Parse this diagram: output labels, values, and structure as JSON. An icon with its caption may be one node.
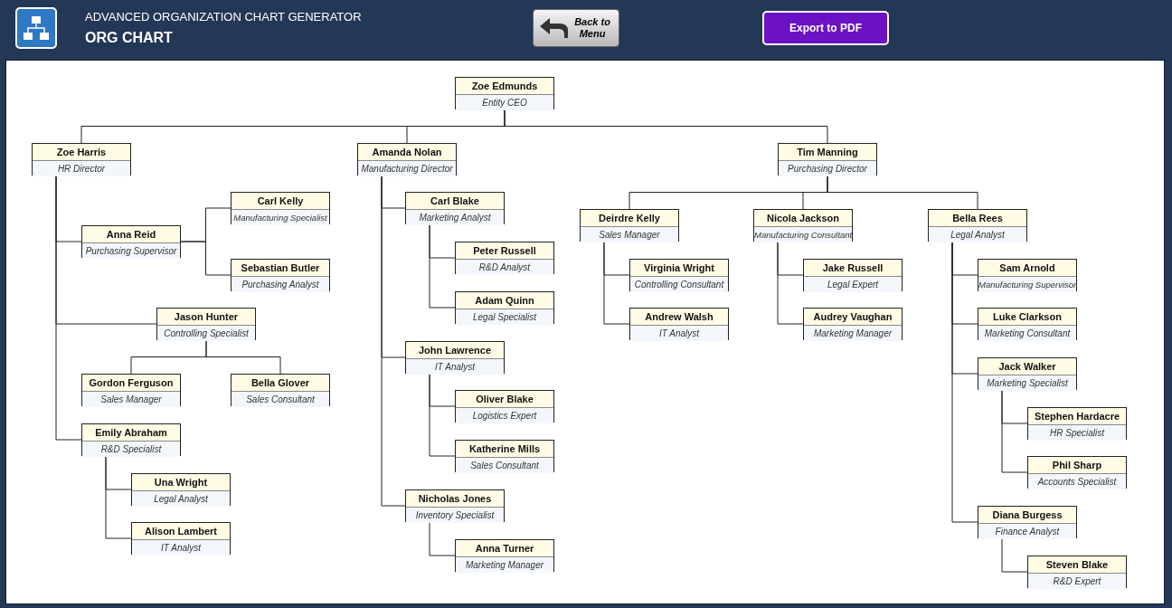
{
  "diagram": {
    "title": "ADVANCED ORGANIZATION CHART GENERATOR",
    "nodes": [
      {
        "text": [
          "Zoe Edmunds",
          "Entity CEO"
        ]
      },
      {
        "text": [
          "Zoe Harris",
          "HR Director"
        ]
      },
      {
        "text": [
          "Amanda Nolan",
          "Manufacturing Director"
        ]
      },
      {
        "text": [
          "Tim Manning",
          "Purchasing Director"
        ]
      },
      {
        "text": [
          "Anna Reid",
          "Purchasing Supervisor"
        ]
      },
      {
        "text": [
          "Carl Kelly",
          "Manufacturing Specialist"
        ]
      },
      {
        "text": [
          "Sebastian Butler",
          "Purchasing Analyst"
        ]
      },
      {
        "text": [
          "Jason Hunter",
          "Controlling Specialist"
        ]
      },
      {
        "text": [
          "Gordon Ferguson",
          "Sales Manager"
        ]
      },
      {
        "text": [
          "Bella Glover",
          "Sales Consultant"
        ]
      },
      {
        "text": [
          "Emily Abraham",
          "R&D Specialist"
        ]
      },
      {
        "text": [
          "Una Wright",
          "Legal Analyst"
        ]
      },
      {
        "text": [
          "Alison Lambert",
          "IT Analyst"
        ]
      },
      {
        "text": [
          "Carl Blake",
          "Marketing Analyst"
        ]
      },
      {
        "text": [
          "Peter Russell",
          "R&D Analyst"
        ]
      },
      {
        "text": [
          "Adam Quinn",
          "Legal Specialist"
        ]
      },
      {
        "text": [
          "John Lawrence",
          "IT Analyst"
        ]
      },
      {
        "text": [
          "Oliver Blake",
          "Logistics Expert"
        ]
      },
      {
        "text": [
          "Katherine Mills",
          "Sales Consultant"
        ]
      },
      {
        "text": [
          "Nicholas Jones",
          "Inventory Specialist"
        ]
      },
      {
        "text": [
          "Anna Turner",
          "Marketing Manager"
        ]
      },
      {
        "text": [
          "Deirdre Kelly",
          "Sales Manager"
        ]
      },
      {
        "text": [
          "Virginia Wright",
          "Controlling Consultant"
        ]
      },
      {
        "text": [
          "Andrew Walsh",
          "IT Analyst"
        ]
      },
      {
        "text": [
          "Nicola Jackson",
          "Manufacturing Consultant"
        ]
      },
      {
        "text": [
          "Jake Russell",
          "Legal Expert"
        ]
      },
      {
        "text": [
          "Audrey Vaughan",
          "Marketing Manager"
        ]
      },
      {
        "text": [
          "Bella Rees",
          "Legal Analyst"
        ]
      },
      {
        "text": [
          "Sam Arnold",
          "Manufacturing Supervisor"
        ]
      },
      {
        "text": [
          "Luke Clarkson",
          "Marketing Consultant"
        ]
      },
      {
        "text": [
          "Jack Walker",
          "Marketing Specialist"
        ]
      },
      {
        "text": [
          "Stephen Hardacre",
          "HR Specialist"
        ]
      },
      {
        "text": [
          "Phil Sharp",
          "Accounts Specialist"
        ]
      },
      {
        "text": [
          "Diana Burgess",
          "Finance Analyst"
        ]
      },
      {
        "text": [
          "Steven Blake",
          "R&D Expert"
        ]
      }
    ],
    "edges": [
      {
        "from": 0,
        "to": 1,
        "arrow": "none"
      },
      {
        "from": 0,
        "to": 2,
        "arrow": "none"
      },
      {
        "from": 0,
        "to": 3,
        "arrow": "none"
      },
      {
        "from": 1,
        "to": 4,
        "arrow": "none"
      },
      {
        "from": 4,
        "to": 5,
        "arrow": "none"
      },
      {
        "from": 4,
        "to": 6,
        "arrow": "none"
      },
      {
        "from": 1,
        "to": 7,
        "arrow": "none"
      },
      {
        "from": 7,
        "to": 8,
        "arrow": "none"
      },
      {
        "from": 7,
        "to": 9,
        "arrow": "none"
      },
      {
        "from": 1,
        "to": 10,
        "arrow": "none"
      },
      {
        "from": 10,
        "to": 11,
        "arrow": "none"
      },
      {
        "from": 10,
        "to": 12,
        "arrow": "none"
      },
      {
        "from": 2,
        "to": 13,
        "arrow": "none"
      },
      {
        "from": 13,
        "to": 14,
        "arrow": "none"
      },
      {
        "from": 13,
        "to": 15,
        "arrow": "none"
      },
      {
        "from": 2,
        "to": 16,
        "arrow": "none"
      },
      {
        "from": 16,
        "to": 17,
        "arrow": "none"
      },
      {
        "from": 16,
        "to": 18,
        "arrow": "none"
      },
      {
        "from": 2,
        "to": 19,
        "arrow": "none"
      },
      {
        "from": 19,
        "to": 20,
        "arrow": "none"
      },
      {
        "from": 3,
        "to": 21,
        "arrow": "none"
      },
      {
        "from": 21,
        "to": 22,
        "arrow": "none"
      },
      {
        "from": 21,
        "to": 23,
        "arrow": "none"
      },
      {
        "from": 3,
        "to": 24,
        "arrow": "none"
      },
      {
        "from": 24,
        "to": 25,
        "arrow": "none"
      },
      {
        "from": 24,
        "to": 26,
        "arrow": "none"
      },
      {
        "from": 3,
        "to": 27,
        "arrow": "none"
      },
      {
        "from": 27,
        "to": 28,
        "arrow": "none"
      },
      {
        "from": 27,
        "to": 29,
        "arrow": "none"
      },
      {
        "from": 27,
        "to": 30,
        "arrow": "none"
      },
      {
        "from": 30,
        "to": 31,
        "arrow": "none"
      },
      {
        "from": 30,
        "to": 32,
        "arrow": "none"
      },
      {
        "from": 27,
        "to": 33,
        "arrow": "none"
      },
      {
        "from": 33,
        "to": 34,
        "arrow": "none"
      }
    ],
    "labels": [
      "ORG CHART",
      "Back to Menu",
      "Export to PDF"
    ]
  }
}
